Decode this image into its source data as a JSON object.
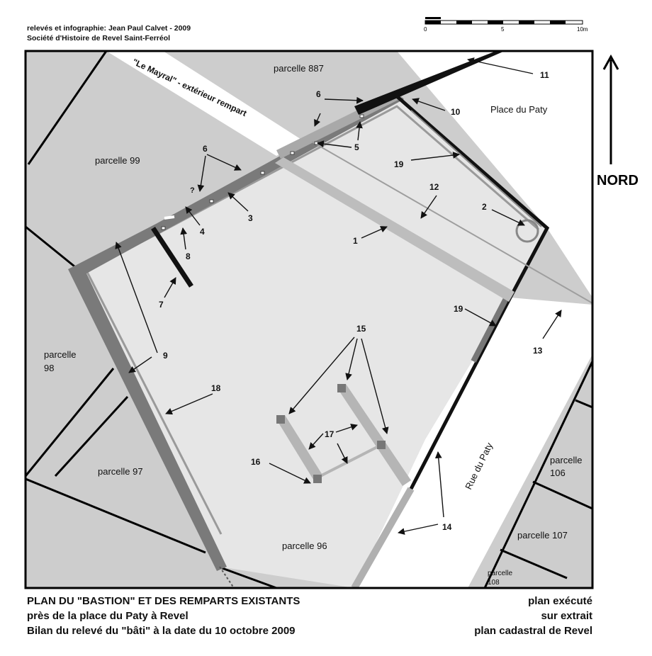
{
  "credits": {
    "line1": "relevés et infographie: Jean Paul Calvet - 2009",
    "line2": "Société d'Histoire de Revel Saint-Ferréol"
  },
  "scale": {
    "tick_0": "0",
    "tick_5": "5",
    "tick_10": "10m"
  },
  "north": {
    "label": "NORD"
  },
  "places": {
    "parcelle_887": "parcelle 887",
    "parcelle_99": "parcelle 99",
    "parcelle_98_a": "parcelle",
    "parcelle_98_b": "98",
    "parcelle_97": "parcelle 97",
    "parcelle_96": "parcelle 96",
    "parcelle_106_a": "parcelle",
    "parcelle_106_b": "106",
    "parcelle_107": "parcelle 107",
    "parcelle_108_a": "parcelle",
    "parcelle_108_b": "108",
    "place_paty": "Place du Paty",
    "rue_paty": "Rue du Paty",
    "mayral": "\"Le Mayral\" - extérieur rempart",
    "question": "?"
  },
  "numbers": {
    "n1": "1",
    "n2": "2",
    "n3": "3",
    "n4": "4",
    "n5": "5",
    "n6a": "6",
    "n6b": "6",
    "n7": "7",
    "n8": "8",
    "n9": "9",
    "n10": "10",
    "n11": "11",
    "n12": "12",
    "n13": "13",
    "n14": "14",
    "n15": "15",
    "n16": "16",
    "n17": "17",
    "n18": "18",
    "n19a": "19",
    "n19b": "19"
  },
  "caption": {
    "line1": "PLAN DU \"BASTION\" ET DES REMPARTS EXISTANTS",
    "line2": "près de la place du Paty à Revel",
    "line3": "Bilan du relevé du \"bâti\" à la date du 10 octobre 2009"
  },
  "note": {
    "line1": "plan exécuté",
    "line2": "sur extrait",
    "line3": "plan cadastral de Revel"
  },
  "colors": {
    "parcel": "#cdcdcd",
    "bastion": "#e6e6e6",
    "street": "#ffffff",
    "wall_dark": "#777777",
    "wall_light": "#b5b5b5",
    "ink": "#111111"
  }
}
